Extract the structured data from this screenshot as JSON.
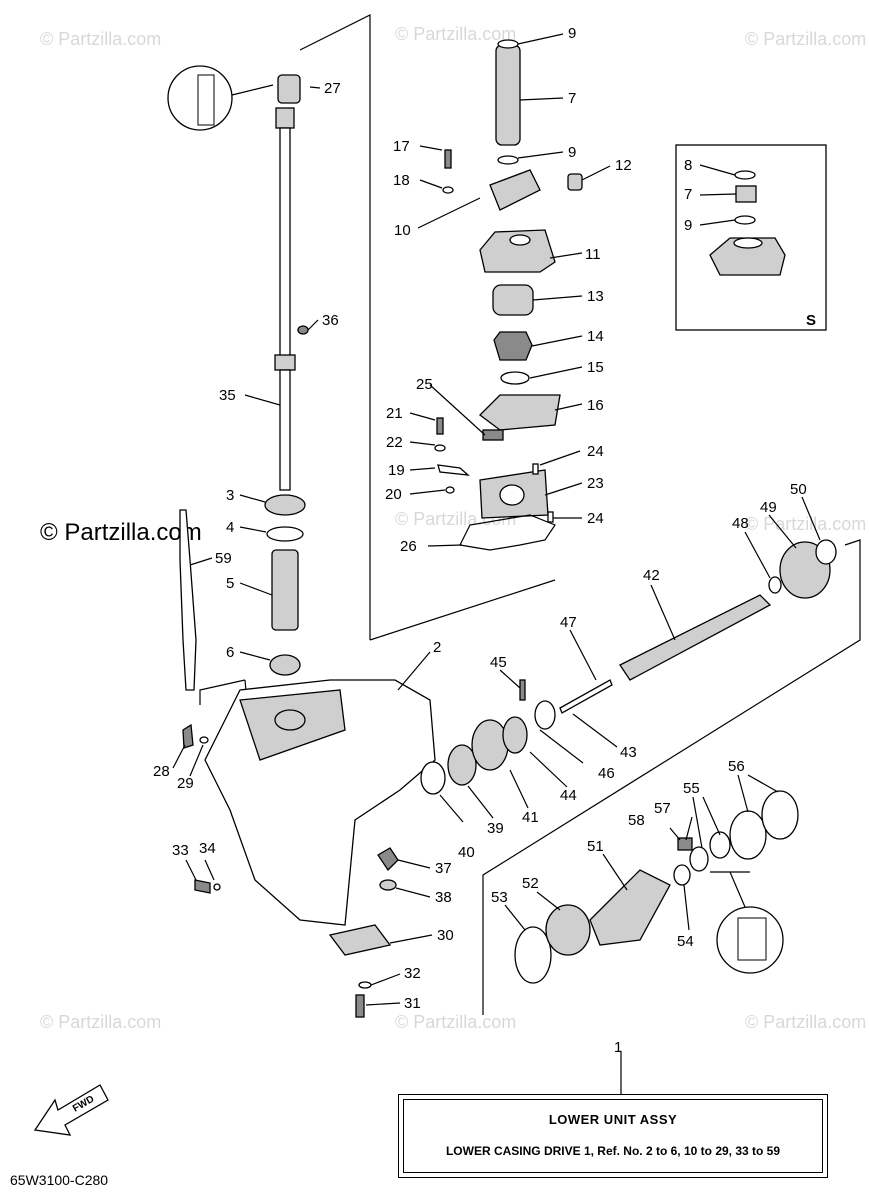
{
  "watermark": {
    "small_text": "© Partzilla.com",
    "big_text": "© Partzilla.com"
  },
  "callouts": [
    "1",
    "2",
    "3",
    "4",
    "5",
    "6",
    "7",
    "8",
    "9",
    "10",
    "11",
    "12",
    "13",
    "14",
    "15",
    "16",
    "17",
    "18",
    "19",
    "20",
    "21",
    "22",
    "23",
    "24",
    "25",
    "26",
    "27",
    "28",
    "29",
    "30",
    "31",
    "32",
    "33",
    "34",
    "35",
    "36",
    "37",
    "38",
    "39",
    "40",
    "41",
    "42",
    "43",
    "44",
    "45",
    "46",
    "47",
    "48",
    "49",
    "50",
    "51",
    "52",
    "53",
    "54",
    "55",
    "56",
    "57",
    "58",
    "59"
  ],
  "inset_label": "S",
  "fwd_label": "FWD",
  "title_box": {
    "line1": "LOWER UNIT ASSY",
    "line2": "LOWER CASING DRIVE 1, Ref. No. 2 to 6, 10 to 29, 33 to 59"
  },
  "diagram_code": "65W3100-C280"
}
